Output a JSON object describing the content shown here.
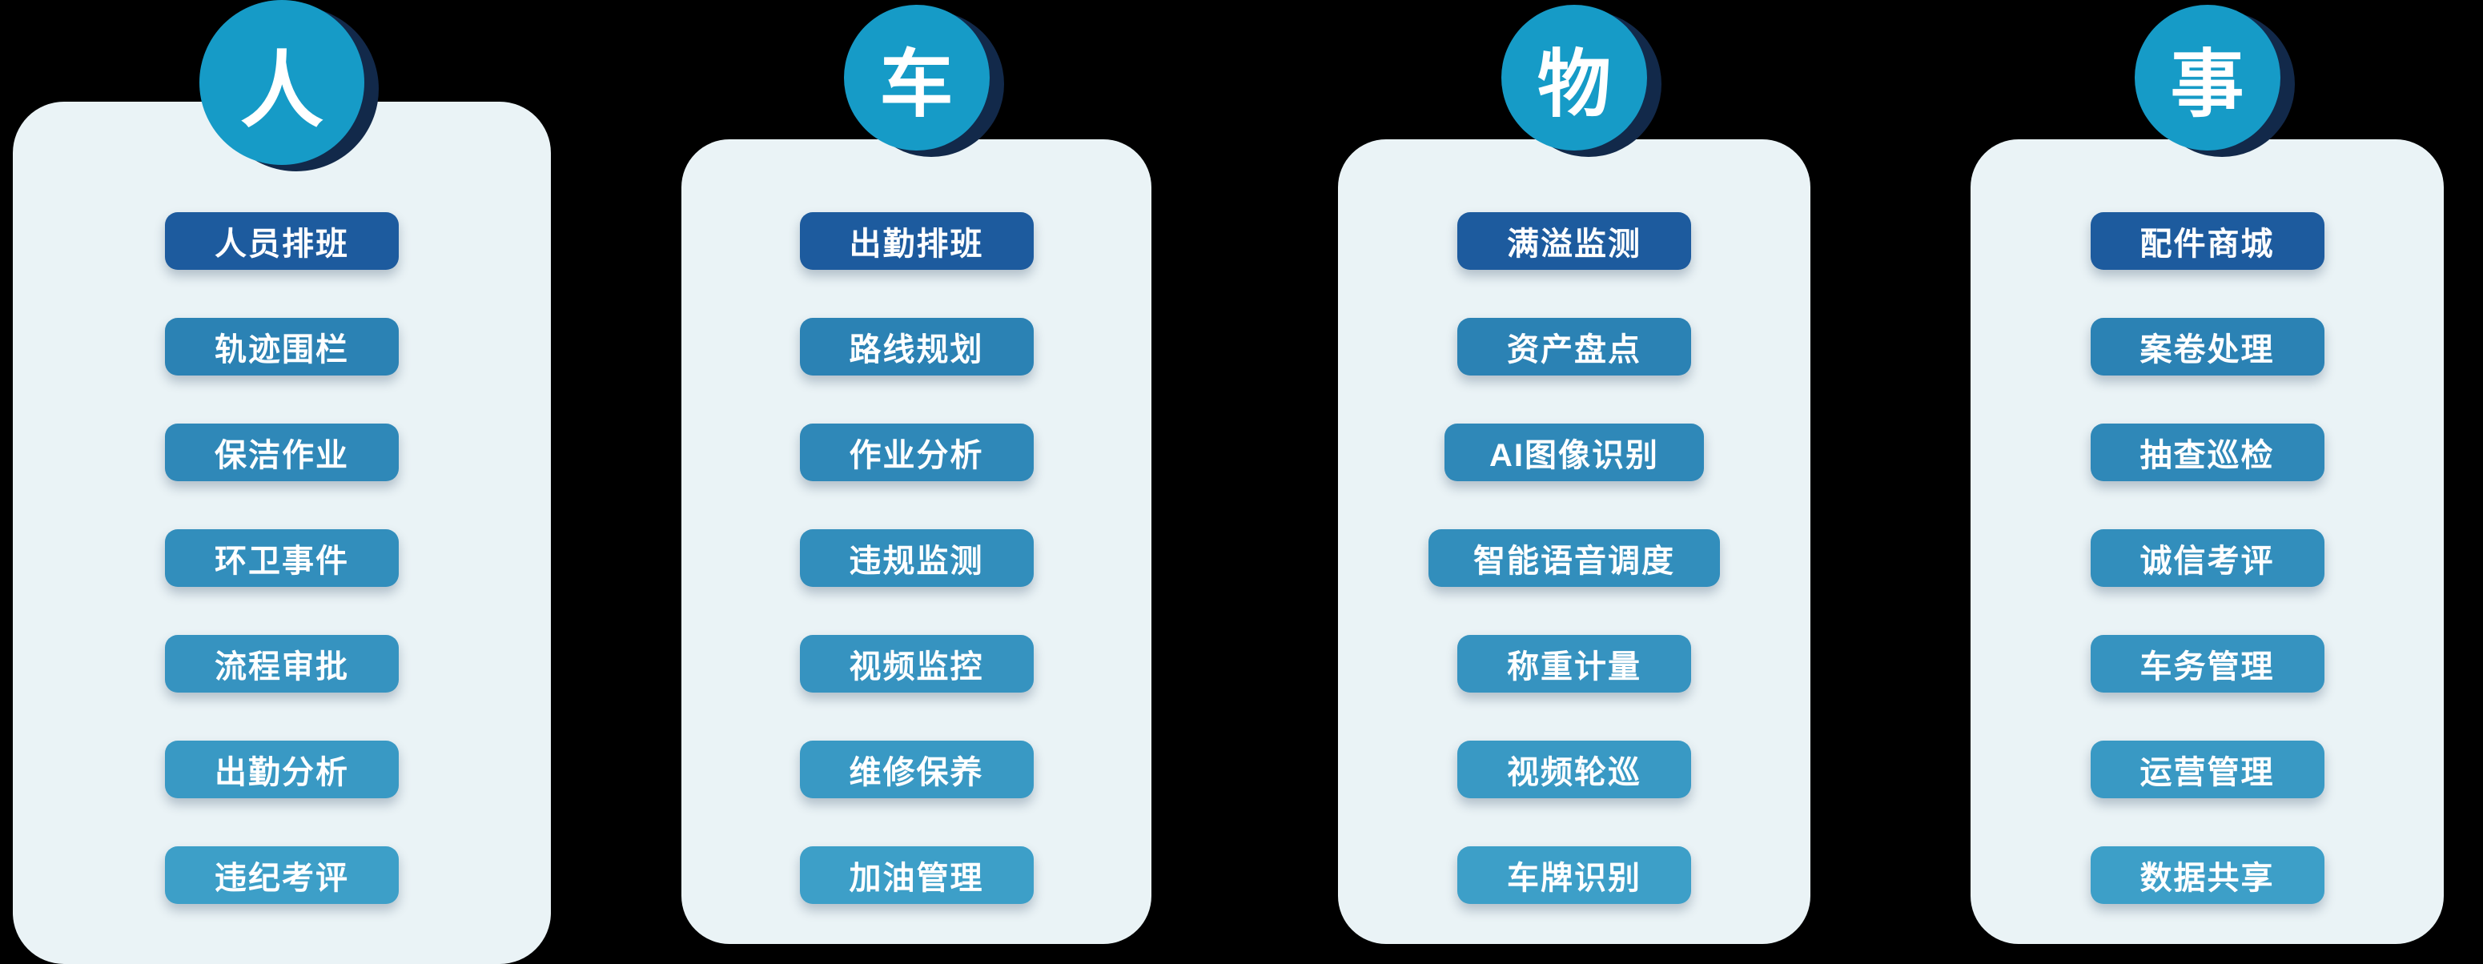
{
  "colors": {
    "page_background": "#000000",
    "card_background": "#eaf3f6",
    "badge_background": "#169bc7",
    "badge_backdrop": "#12294a",
    "badge_text": "#ffffff",
    "pill_first": "#1d5b9e",
    "pill_gradient_start": "#2b82b4",
    "pill_gradient_end": "#3d9fc8",
    "pill_text": "#ffffff"
  },
  "columns": [
    {
      "badge": "人",
      "items": [
        "人员排班",
        "轨迹围栏",
        "保洁作业",
        "环卫事件",
        "流程审批",
        "出勤分析",
        "违纪考评"
      ]
    },
    {
      "badge": "车",
      "items": [
        "出勤排班",
        "路线规划",
        "作业分析",
        "违规监测",
        "视频监控",
        "维修保养",
        "加油管理"
      ]
    },
    {
      "badge": "物",
      "items": [
        "满溢监测",
        "资产盘点",
        "AI图像识别",
        "智能语音调度",
        "称重计量",
        "视频轮巡",
        "车牌识别"
      ]
    },
    {
      "badge": "事",
      "items": [
        "配件商城",
        "案卷处理",
        "抽查巡检",
        "诚信考评",
        "车务管理",
        "运营管理",
        "数据共享"
      ]
    }
  ]
}
